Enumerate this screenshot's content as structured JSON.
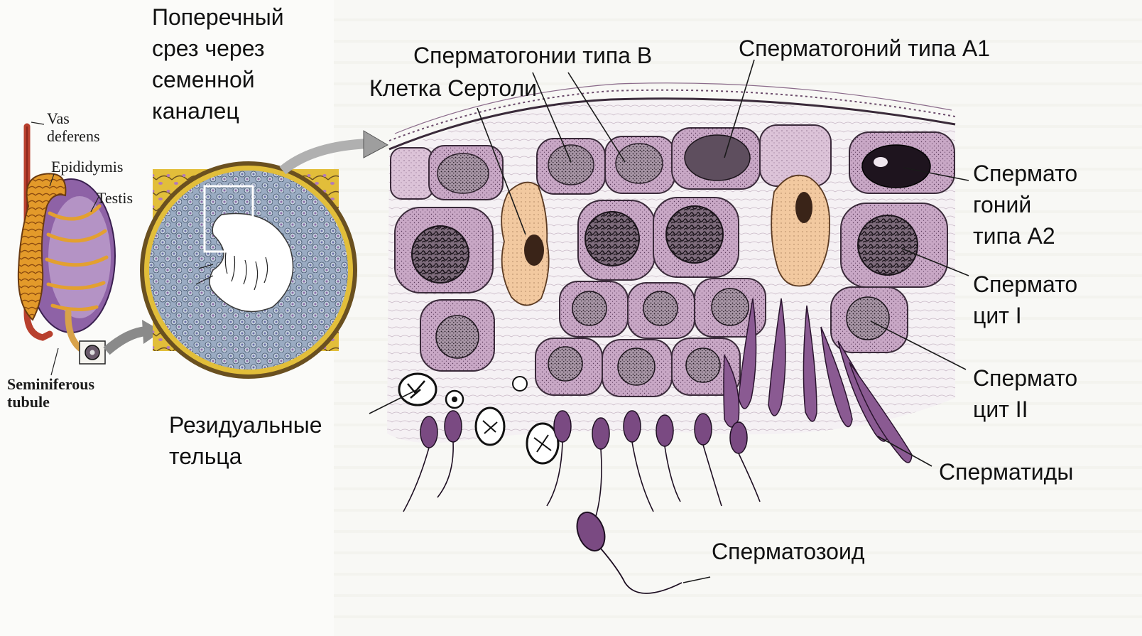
{
  "colors": {
    "sertoli": "#f2c9a0",
    "cell_fill": "#c9a8c6",
    "cell_edge": "#3a2a3a",
    "nucleus": "#8a7a88",
    "sperm": "#6b3a72",
    "yellow": "#e1ba2a",
    "tubule_blue": "#8fa3bd",
    "testis_purple": "#8e62a6",
    "testis_orange": "#e39a2a",
    "vas_red": "#b8402e"
  },
  "labels": {
    "cross_section": "Поперечный\nсрез через\nсеменной\nканалец",
    "spermatogonia_b": "Сперматогонии типа В",
    "spermatogonia_a1": "Сперматогоний типа А1",
    "sertoli": "Клетка Сертоли",
    "spermatogonia_a2": "Спермато\nгоний\nтипа А2",
    "spermatocyte_1": "Спермато\nцит I",
    "spermatocyte_2": "Спермато\nцит II",
    "spermatids": "Сперматиды",
    "residual_bodies": "Резидуальные\nтельца",
    "spermatozoon": "Сперматозоид",
    "vas_deferens": "Vas\ndeferens",
    "epididymis": "Epididymis",
    "testis": "Testis",
    "seminiferous": "Seminiferous\ntubule"
  }
}
